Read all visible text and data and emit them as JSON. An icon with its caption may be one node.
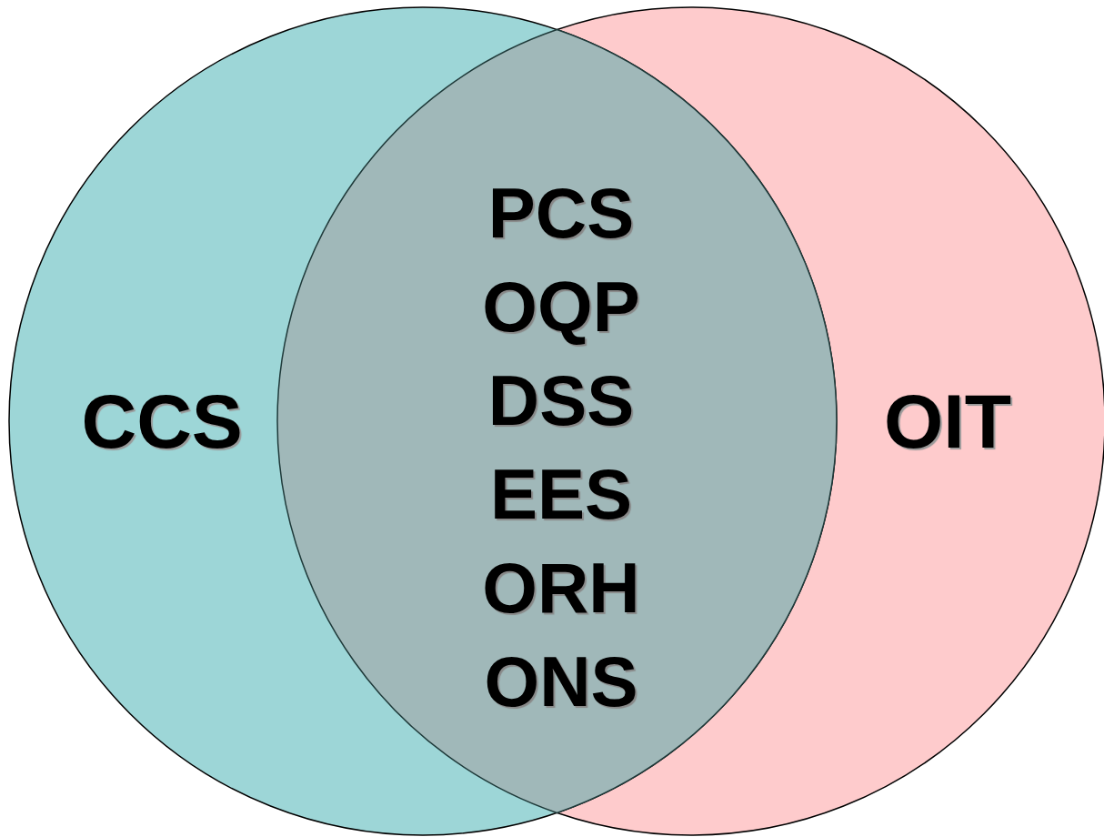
{
  "diagram": {
    "nodes": [
      {
        "text": [
          "CCS"
        ]
      },
      {
        "text": [
          "OIT"
        ]
      }
    ],
    "labels": [
      "PCS",
      "OQP",
      "DSS",
      "EES",
      "ORH",
      "ONS"
    ]
  }
}
